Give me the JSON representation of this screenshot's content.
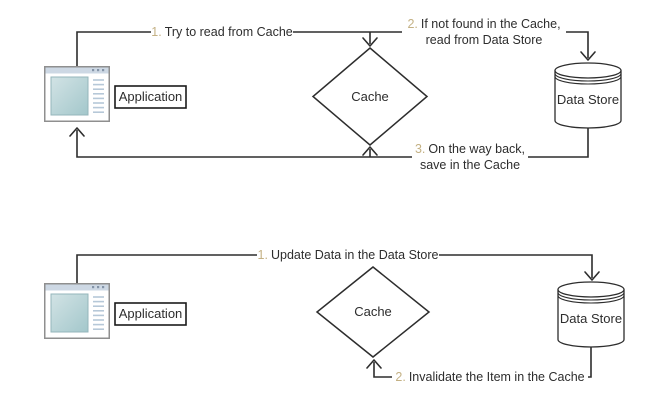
{
  "colors": {
    "line": "#2d2d2d",
    "text": "#2d2d2d",
    "step_number": "#c4b184",
    "window_titlebar": "#cdd8e4",
    "window_screen_top": "#d2e3e5",
    "window_screen_bottom": "#a3c7cb",
    "window_text_lines": "#b6c8d8",
    "background": "#ffffff"
  },
  "top_diagram": {
    "application_label": "Application",
    "cache_label": "Cache",
    "datastore_label": "Data Store",
    "steps": {
      "step1": {
        "number": "1.",
        "text": "Try to read from Cache"
      },
      "step2": {
        "number": "2.",
        "text_line1": "If not found in the Cache,",
        "text_line2": "read from Data Store"
      },
      "step3": {
        "number": "3.",
        "text_line1": "On the way back,",
        "text_line2": "save in the Cache"
      }
    }
  },
  "bottom_diagram": {
    "application_label": "Application",
    "cache_label": "Cache",
    "datastore_label": "Data Store",
    "steps": {
      "step1": {
        "number": "1.",
        "text": "Update Data in the Data Store"
      },
      "step2": {
        "number": "2.",
        "text": "Invalidate the Item in the Cache"
      }
    }
  }
}
